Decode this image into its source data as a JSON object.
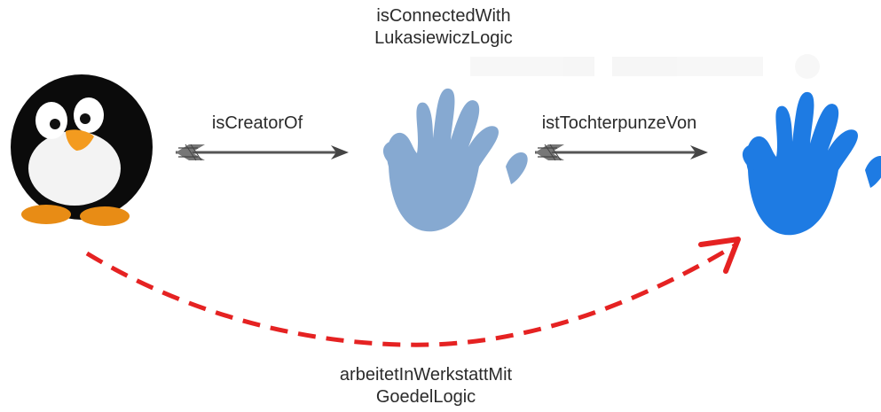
{
  "labels": {
    "top_line1": "isConnectedWith",
    "top_line2": "LukasiewiczLogic",
    "creator": "isCreatorOf",
    "tochter": "istTochterpunzeVon",
    "bottom_line1": "arbeitetInWerkstattMit",
    "bottom_line2": "GoedelLogic"
  },
  "nodes": [
    {
      "icon": "penguin-icon"
    },
    {
      "icon": "hand-print-icon",
      "color": "#86a9d1"
    },
    {
      "icon": "hand-print-icon",
      "color": "#1e7be3"
    }
  ],
  "edges": [
    {
      "from": 0,
      "to": 1,
      "style": "feathered-arrow",
      "color": "#444444"
    },
    {
      "from": 1,
      "to": 2,
      "style": "feathered-arrow",
      "color": "#444444"
    },
    {
      "from": 0,
      "to": 2,
      "style": "dashed-curved-arrow",
      "color": "#e52222"
    }
  ]
}
